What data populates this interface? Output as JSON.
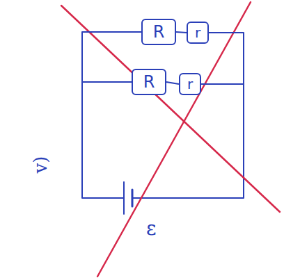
{
  "diagram": {
    "nodes": [
      {
        "text": [
          "R"
        ]
      },
      {
        "text": [
          "r"
        ]
      },
      {
        "text": [
          "R"
        ]
      },
      {
        "text": [
          "r"
        ]
      }
    ],
    "edges": [
      {
        "from": 0,
        "to": 1,
        "arrow": "none"
      },
      {
        "from": 2,
        "to": 3,
        "arrow": "none"
      },
      {
        "from": 0,
        "to": 2,
        "arrow": "none"
      },
      {
        "from": 1,
        "to": 3,
        "arrow": "none"
      }
    ],
    "labels": [
      "v)",
      "ε"
    ]
  }
}
